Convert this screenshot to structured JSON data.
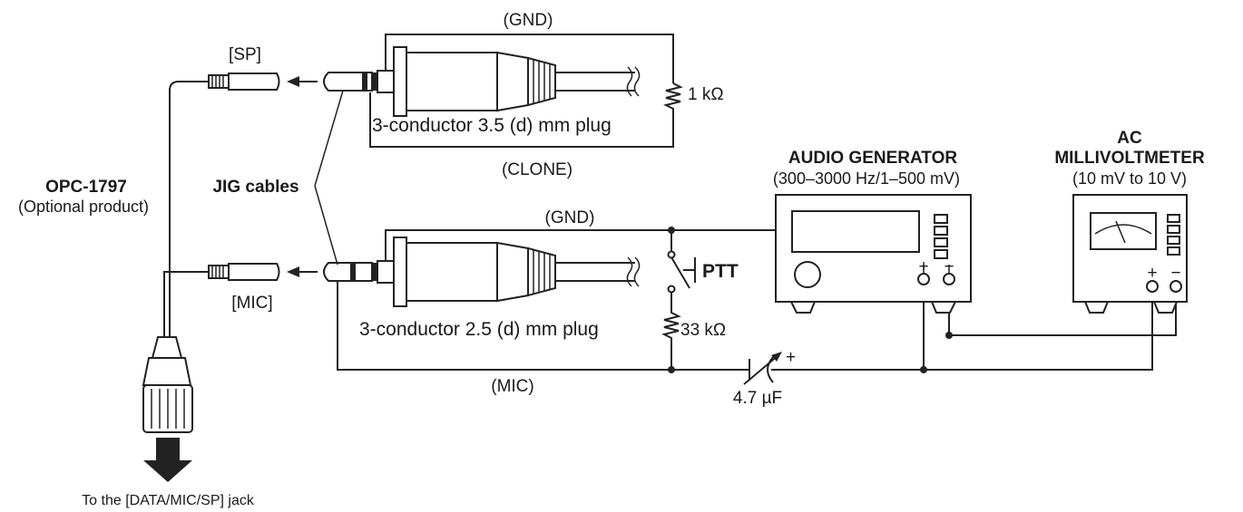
{
  "labels": {
    "sp": "[SP]",
    "mic_jack": "[MIC]",
    "opc_name": "OPC-1797",
    "opc_note": "(Optional product)",
    "jig_cables": "JIG cables",
    "to_jack": "To the [DATA/MIC/SP] jack",
    "gnd_top": "(GND)",
    "clone": "(CLONE)",
    "plug_35": "3-conductor 3.5 (d) mm  plug",
    "resistor_1k": "1 kΩ",
    "gnd_bottom": "(GND)",
    "ptt": "PTT",
    "plug_25": "3-conductor 2.5 (d) mm  plug",
    "resistor_33k": "33 kΩ",
    "mic_line": "(MIC)",
    "capacitor": "4.7 µF",
    "cap_plus": "+",
    "audio_gen_title": "AUDIO GENERATOR",
    "audio_gen_range": "(300–3000 Hz/1–500 mV)",
    "mv_title_1": "AC",
    "mv_title_2": "MILLIVOLTMETER",
    "mv_range": "(10 mV to 10 V)",
    "plus": "+",
    "minus": "−"
  }
}
